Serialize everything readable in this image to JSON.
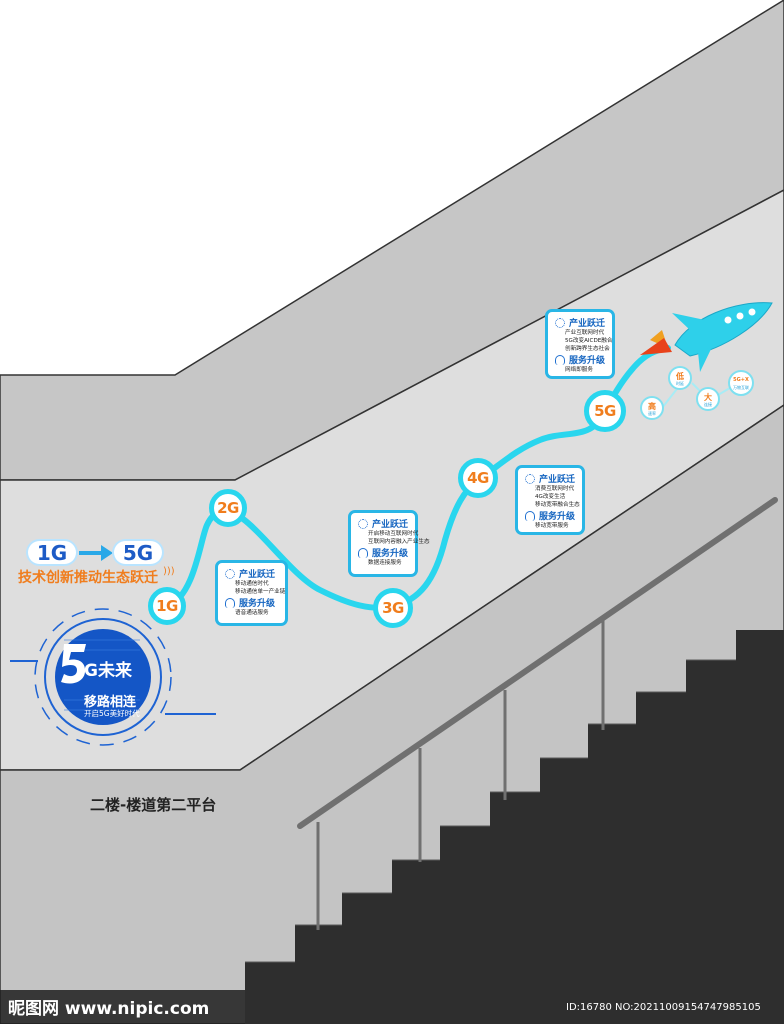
{
  "banner": {
    "from_label": "1G",
    "to_label": "5G",
    "slogan": "技术创新推动生态跃迁"
  },
  "emblem": {
    "logo_text": "G未来",
    "title": "移路相连",
    "subtitle": "开启5G美好时代"
  },
  "milestones": [
    {
      "label": "1G"
    },
    {
      "label": "2G"
    },
    {
      "label": "3G"
    },
    {
      "label": "4G"
    },
    {
      "label": "5G"
    }
  ],
  "cards": [
    {
      "heading1": "产业跃迁",
      "lines1": [
        "移动通信时代",
        "移动通信单一产业链"
      ],
      "heading2": "服务升级",
      "lines2": [
        "语音通话服务"
      ]
    },
    {
      "heading1": "产业跃迁",
      "lines1": [
        "开启移动互联网时代",
        "互联网内容融入产业生态"
      ],
      "heading2": "服务升级",
      "lines2": [
        "数据连接服务"
      ]
    },
    {
      "heading1": "产业跃迁",
      "lines1": [
        "消费互联网时代",
        "4G改变生活",
        "移动宽带融合生态"
      ],
      "heading2": "服务升级",
      "lines2": [
        "移动宽带服务"
      ]
    },
    {
      "heading1": "产业跃迁",
      "lines1": [
        "产业互联网时代",
        "5G改变AICDE融合",
        "创新跨界生态社会"
      ],
      "heading2": "服务升级",
      "lines2": [
        "网络即服务"
      ]
    }
  ],
  "features": [
    {
      "big": "高",
      "small": "速率"
    },
    {
      "big": "低",
      "small": "时延"
    },
    {
      "big": "大",
      "small": "连接"
    },
    {
      "big": "5G+X",
      "small": "万物互联"
    }
  ],
  "platform_label": "二楼-楼道第二平台",
  "watermark": {
    "site": "昵图网 www.nipic.com",
    "id": "ID:16780 NO:20211009154747985105"
  },
  "colors": {
    "accent_cyan": "#29d6ee",
    "accent_orange": "#f07d1d",
    "brand_blue": "#1565c0",
    "wall_gray": "#c8c8c8",
    "stair_dark": "#3a3a3a"
  }
}
